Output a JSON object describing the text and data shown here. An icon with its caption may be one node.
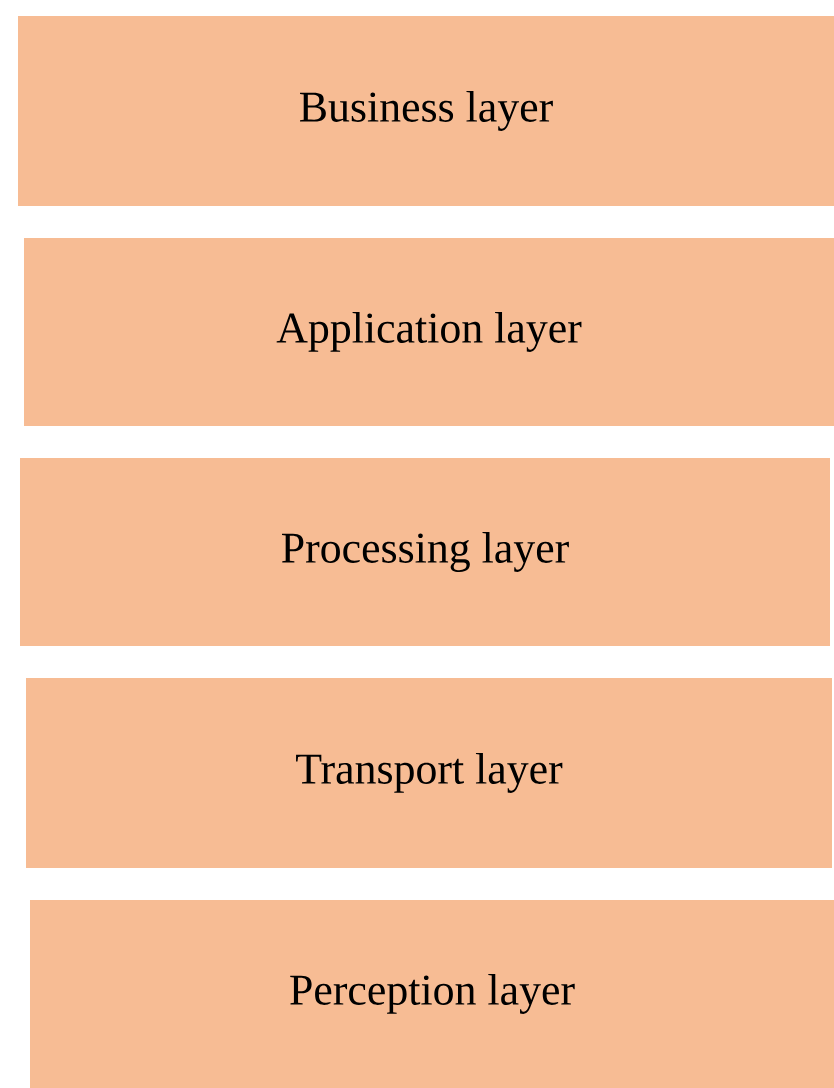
{
  "diagram": {
    "nodes": [
      {
        "text": [
          "Business layer"
        ]
      },
      {
        "text": [
          "Application layer"
        ]
      },
      {
        "text": [
          "Processing layer"
        ]
      },
      {
        "text": [
          "Transport layer"
        ]
      },
      {
        "text": [
          "Perception layer"
        ]
      }
    ]
  }
}
